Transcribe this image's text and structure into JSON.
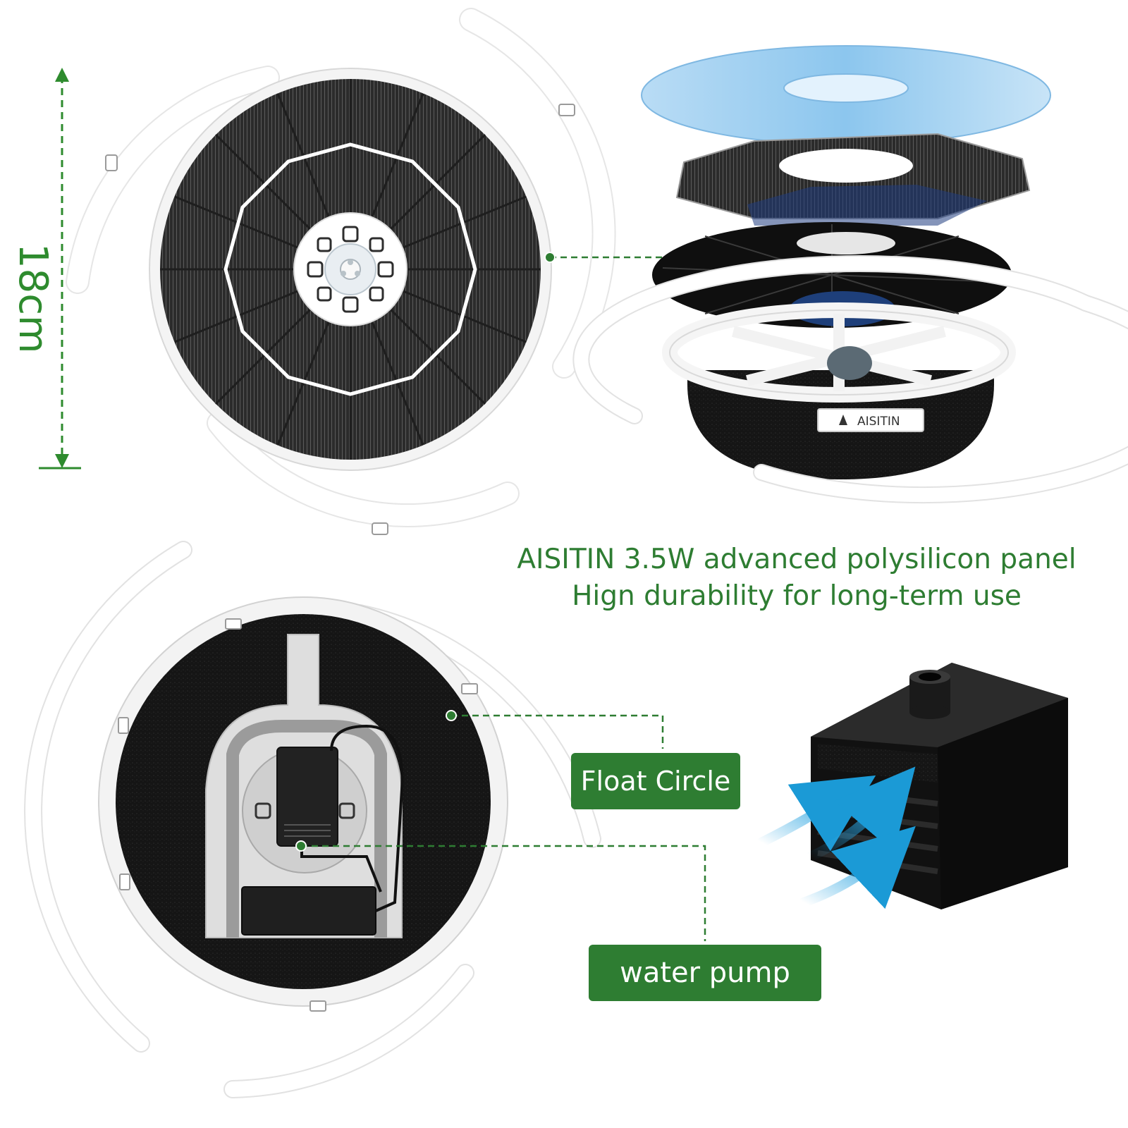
{
  "dimension_label": "18cm",
  "headline": {
    "line1": "AISITIN 3.5W advanced polysilicon panel",
    "line2": "Hign durability for long-term use"
  },
  "callouts": {
    "float_circle": "Float Circle",
    "water_pump": "water pump"
  },
  "brand_mark": "AISITIN",
  "colors": {
    "accent": "#2e7d32",
    "dimension": "#2e8b2e",
    "panel": "#2a2a2a",
    "flow_arrow": "#29a3e0"
  }
}
